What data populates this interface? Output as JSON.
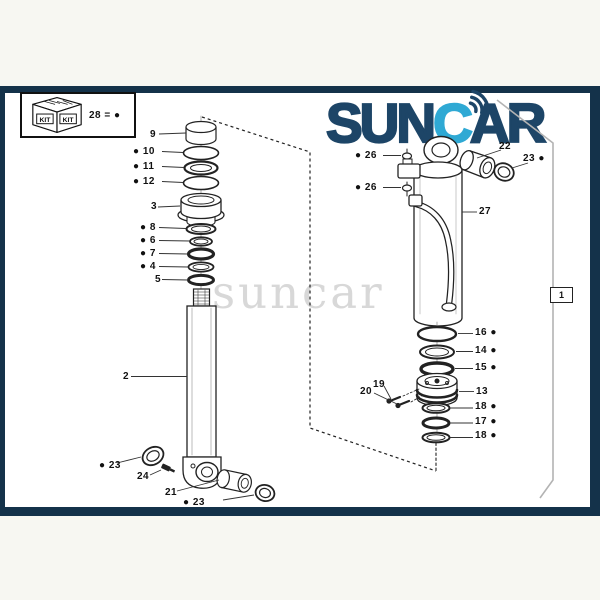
{
  "kit_legend": {
    "equation": "28 = ●",
    "face1": "KIT",
    "face2": "KIT"
  },
  "logo": {
    "sun": "SUN",
    "c": "C",
    "ar": "AR"
  },
  "watermark_text": "suncar",
  "callouts": {
    "c9": "9",
    "c10": "● 10",
    "c11": "● 11",
    "c12": "● 12",
    "c3": "3",
    "c8": "● 8",
    "c6": "● 6",
    "c7": "● 7",
    "c4": "● 4",
    "c5": "5",
    "c2": "2",
    "c23a": "● 23",
    "c24": "24",
    "c21": "21",
    "c23b": "● 23",
    "c26a": "● 26",
    "c26b": "● 26",
    "c22": "22",
    "c23c": "23 ●",
    "c27": "27",
    "c16": "16 ●",
    "c14": "14 ●",
    "c15": "15 ●",
    "c13": "13",
    "c19": "19",
    "c20": "20",
    "c18a": "18 ●",
    "c17": "17 ●",
    "c18b": "18 ●",
    "c1": "1"
  },
  "colors": {
    "frame": "#14324a",
    "logo-navy": "#1d4567",
    "logo-cyan": "#2fa9d4",
    "line-dark": "#222222",
    "watermark": "#d8d8d8"
  }
}
